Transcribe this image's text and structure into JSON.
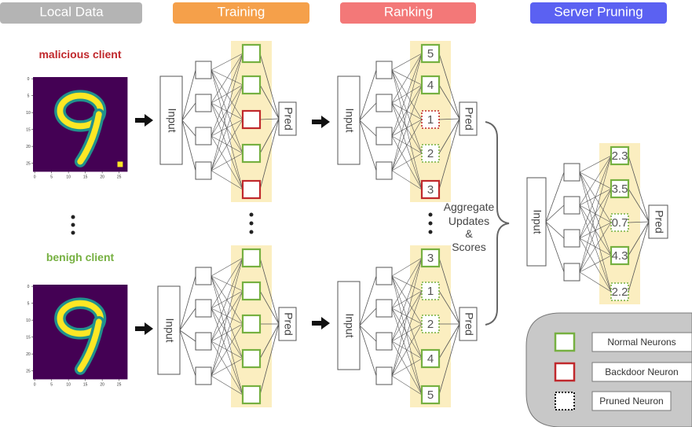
{
  "headers": {
    "local_data": "Local Data",
    "training": "Training",
    "ranking": "Ranking",
    "server_pruning": "Server Pruning"
  },
  "header_colors": {
    "local_data": "#b4b4b4",
    "training": "#f5a04a",
    "ranking": "#f37878",
    "server_pruning": "#5b61f2"
  },
  "clients": {
    "malicious_label": "malicious client",
    "benign_label": "benigh client",
    "malicious_color": "#c0282c",
    "benign_color": "#76b041",
    "image_digit": "9",
    "y_ticks": [
      "0",
      "5",
      "10",
      "15",
      "20",
      "25"
    ],
    "x_ticks": [
      "0",
      "5",
      "10",
      "15",
      "20",
      "25"
    ]
  },
  "network": {
    "input_label": "Input",
    "pred_label": "Pred"
  },
  "ranking_scores": {
    "malicious": [
      "5",
      "4",
      "1",
      "2",
      "3"
    ],
    "benign": [
      "3",
      "1",
      "2",
      "4",
      "5"
    ]
  },
  "aggregate_text": [
    "Aggregate",
    "Updates",
    "&",
    "Scores"
  ],
  "server_scores": [
    "2.3",
    "3.5",
    "0.7",
    "4.3",
    "2.2"
  ],
  "legend": {
    "normal": "Normal Neurons",
    "backdoor": "Backdoor Neuron",
    "pruned": "Pruned Neuron"
  },
  "colors": {
    "normal": "#76b041",
    "backdoor": "#c0282c",
    "highlight": "#fbeec0",
    "viridis_bg": "#440154",
    "viridis_mid": "#21918c",
    "viridis_hi": "#fde725"
  }
}
